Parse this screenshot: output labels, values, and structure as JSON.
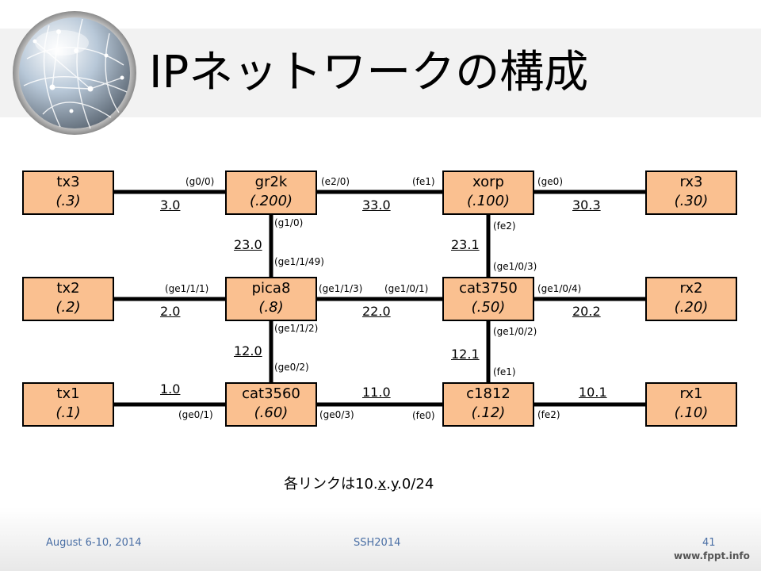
{
  "slide": {
    "title": "IPネットワークの構成",
    "note_prefix": "各リンクは10.",
    "note_x": "x",
    "note_sep": ".",
    "note_y": "y",
    "note_suffix": ".0/24",
    "footer_date": "August 6-10, 2014",
    "footer_event": "SSH2014",
    "page_number": "41",
    "brand": "www.fppt.info"
  },
  "colors": {
    "node_fill": "#fac090",
    "title_band": "#f2f2f2",
    "footer_text": "#4a6fa5"
  },
  "nodes": {
    "tx3": {
      "name": "tx3",
      "addr": "(.3)"
    },
    "gr2k": {
      "name": "gr2k",
      "addr": "(.200)"
    },
    "xorp": {
      "name": "xorp",
      "addr": "(.100)"
    },
    "rx3": {
      "name": "rx3",
      "addr": "(.30)"
    },
    "tx2": {
      "name": "tx2",
      "addr": "(.2)"
    },
    "pica8": {
      "name": "pica8",
      "addr": "(.8)"
    },
    "cat3750": {
      "name": "cat3750",
      "addr": "(.50)"
    },
    "rx2": {
      "name": "rx2",
      "addr": "(.20)"
    },
    "tx1": {
      "name": "tx1",
      "addr": "(.1)"
    },
    "cat3560": {
      "name": "cat3560",
      "addr": "(.60)"
    },
    "c1812": {
      "name": "c1812",
      "addr": "(.12)"
    },
    "rx1": {
      "name": "rx1",
      "addr": "(.10)"
    }
  },
  "interfaces": {
    "gr2k_g0_0": "(g0/0)",
    "gr2k_e2_0": "(e2/0)",
    "gr2k_g1_0": "(g1/0)",
    "xorp_fe1": "(fe1)",
    "xorp_ge0": "(ge0)",
    "xorp_fe2": "(fe2)",
    "pica8_ge1_1_49": "(ge1/1/49)",
    "pica8_ge1_1_1": "(ge1/1/1)",
    "pica8_ge1_1_3": "(ge1/1/3)",
    "pica8_ge1_1_2": "(ge1/1/2)",
    "cat3750_ge1_0_1": "(ge1/0/1)",
    "cat3750_ge1_0_3": "(ge1/0/3)",
    "cat3750_ge1_0_4": "(ge1/0/4)",
    "cat3750_ge1_0_2": "(ge1/0/2)",
    "cat3560_ge0_2": "(ge0/2)",
    "cat3560_ge0_1": "(ge0/1)",
    "cat3560_ge0_3": "(ge0/3)",
    "c1812_fe1": "(fe1)",
    "c1812_fe0": "(fe0)",
    "c1812_fe2": "(fe2)"
  },
  "networks": {
    "n3_0": "3.0",
    "n33_0": "33.0",
    "n30_3": "30.3",
    "n23_0": "23.0",
    "n23_1": "23.1",
    "n2_0": "2.0",
    "n22_0": "22.0",
    "n20_2": "20.2",
    "n12_0": "12.0",
    "n12_1": "12.1",
    "n1_0": "1.0",
    "n11_0": "11.0",
    "n10_1": "10.1"
  }
}
